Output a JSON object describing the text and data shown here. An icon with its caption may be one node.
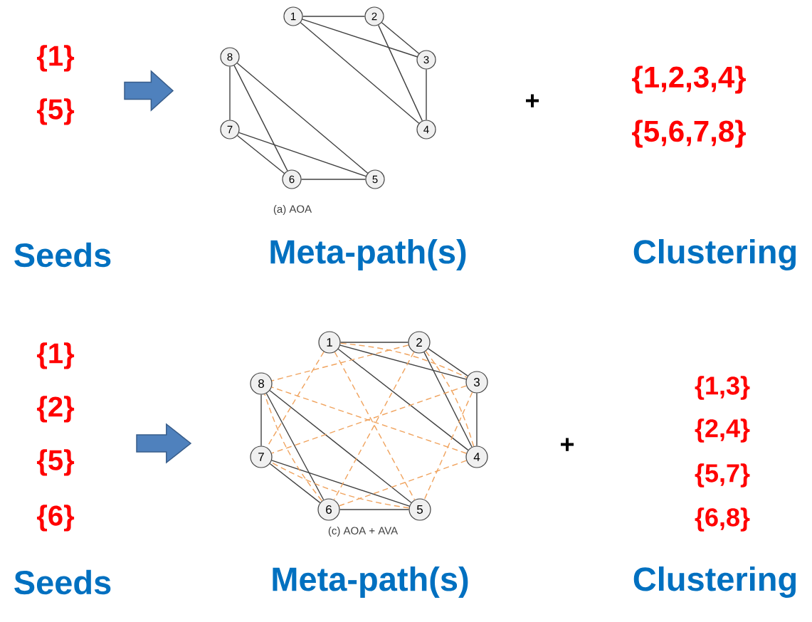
{
  "diagram": {
    "nodes": [
      {
        "text": [
          "1"
        ]
      },
      {
        "text": [
          "2"
        ]
      },
      {
        "text": [
          "3"
        ]
      },
      {
        "text": [
          "4"
        ]
      },
      {
        "text": [
          "5"
        ]
      },
      {
        "text": [
          "6"
        ]
      },
      {
        "text": [
          "7"
        ]
      },
      {
        "text": [
          "8"
        ]
      },
      {
        "text": [
          "1"
        ]
      },
      {
        "text": [
          "2"
        ]
      },
      {
        "text": [
          "3"
        ]
      },
      {
        "text": [
          "4"
        ]
      },
      {
        "text": [
          "5"
        ]
      },
      {
        "text": [
          "6"
        ]
      },
      {
        "text": [
          "7"
        ]
      },
      {
        "text": [
          "8"
        ]
      }
    ],
    "edges": [
      {
        "from": 0,
        "to": 1,
        "arrow": "none"
      },
      {
        "from": 0,
        "to": 2,
        "arrow": "none"
      },
      {
        "from": 0,
        "to": 3,
        "arrow": "none"
      },
      {
        "from": 1,
        "to": 2,
        "arrow": "none"
      },
      {
        "from": 1,
        "to": 3,
        "arrow": "none"
      },
      {
        "from": 2,
        "to": 3,
        "arrow": "none"
      },
      {
        "from": 7,
        "to": 6,
        "arrow": "none"
      },
      {
        "from": 7,
        "to": 5,
        "arrow": "none"
      },
      {
        "from": 7,
        "to": 4,
        "arrow": "none"
      },
      {
        "from": 6,
        "to": 5,
        "arrow": "none"
      },
      {
        "from": 6,
        "to": 4,
        "arrow": "none"
      },
      {
        "from": 5,
        "to": 4,
        "arrow": "none"
      },
      {
        "from": 8,
        "to": 9,
        "arrow": "none"
      },
      {
        "from": 8,
        "to": 10,
        "arrow": "none"
      },
      {
        "from": 8,
        "to": 11,
        "arrow": "none"
      },
      {
        "from": 9,
        "to": 10,
        "arrow": "none"
      },
      {
        "from": 9,
        "to": 11,
        "arrow": "none"
      },
      {
        "from": 10,
        "to": 11,
        "arrow": "none"
      },
      {
        "from": 15,
        "to": 14,
        "arrow": "none"
      },
      {
        "from": 15,
        "to": 13,
        "arrow": "none"
      },
      {
        "from": 15,
        "to": 12,
        "arrow": "none"
      },
      {
        "from": 14,
        "to": 13,
        "arrow": "none"
      },
      {
        "from": 14,
        "to": 12,
        "arrow": "none"
      },
      {
        "from": 13,
        "to": 12,
        "arrow": "none"
      },
      {
        "from": 8,
        "to": 10,
        "arrow": "none",
        "style": "dashed",
        "color": "#f0a35e"
      },
      {
        "from": 8,
        "to": 12,
        "arrow": "none",
        "style": "dashed",
        "color": "#f0a35e"
      },
      {
        "from": 8,
        "to": 14,
        "arrow": "none",
        "style": "dashed",
        "color": "#f0a35e"
      },
      {
        "from": 10,
        "to": 12,
        "arrow": "none",
        "style": "dashed",
        "color": "#f0a35e"
      },
      {
        "from": 10,
        "to": 14,
        "arrow": "none",
        "style": "dashed",
        "color": "#f0a35e"
      },
      {
        "from": 12,
        "to": 14,
        "arrow": "none",
        "style": "dashed",
        "color": "#f0a35e"
      },
      {
        "from": 9,
        "to": 11,
        "arrow": "none",
        "style": "dashed",
        "color": "#f0a35e"
      },
      {
        "from": 9,
        "to": 13,
        "arrow": "none",
        "style": "dashed",
        "color": "#f0a35e"
      },
      {
        "from": 9,
        "to": 15,
        "arrow": "none",
        "style": "dashed",
        "color": "#f0a35e"
      },
      {
        "from": 11,
        "to": 13,
        "arrow": "none",
        "style": "dashed",
        "color": "#f0a35e"
      },
      {
        "from": 11,
        "to": 15,
        "arrow": "none",
        "style": "dashed",
        "color": "#f0a35e"
      },
      {
        "from": 13,
        "to": 15,
        "arrow": "none",
        "style": "dashed",
        "color": "#f0a35e"
      }
    ],
    "labels": [
      "{1}",
      "{5}",
      "+",
      "{1,2,3,4}",
      "{5,6,7,8}",
      "(a) AOA",
      "Seeds",
      "Meta-path(s)",
      "Clustering",
      "{1}",
      "{2}",
      "{5}",
      "{6}",
      "+",
      "{1,3}",
      "{2,4}",
      "{5,7}",
      "{6,8}",
      "(c) AOA + AVA",
      "Seeds",
      "Meta-path(s)",
      "Clustering"
    ]
  }
}
